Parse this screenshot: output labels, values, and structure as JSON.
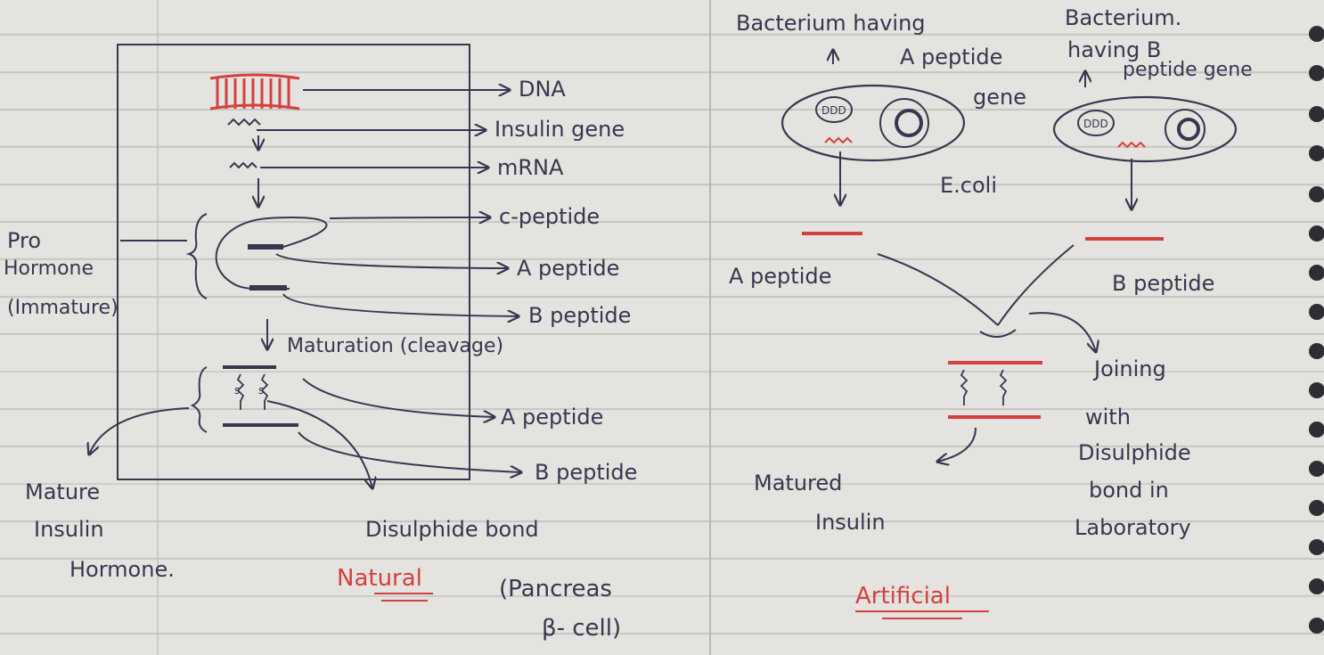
{
  "colors": {
    "ink": "#3b3550",
    "red": "#d4403f",
    "paper": "#e4e3df"
  },
  "natural": {
    "dna": "DNA",
    "insulin_gene": "Insulin gene",
    "mrna": "mRNA",
    "c_peptide": "c-peptide",
    "a_peptide_1": "A peptide",
    "b_peptide_1": "B peptide",
    "pro_hormone_1": "Pro",
    "pro_hormone_2": "Hormone",
    "pro_hormone_3": "(Immature)",
    "maturation": "Maturation (cleavage)",
    "a_peptide_2": "A peptide",
    "b_peptide_2": "B peptide",
    "mature_1": "Mature",
    "mature_2": "Insulin",
    "mature_3": "Hormone.",
    "disulphide": "Disulphide bond",
    "natural_label": "Natural",
    "pancreas": "(Pancreas",
    "beta_cell": "β- cell)"
  },
  "artificial": {
    "bact_a": "Bacterium having",
    "a_pep_gene": "A peptide",
    "gene": "gene",
    "bact_b_1": "Bacterium.",
    "bact_b_2": "having B",
    "bact_b_3": "peptide gene",
    "ecoli": "E.coli",
    "a_peptide": "A peptide",
    "b_peptide": "B peptide",
    "joining_1": "Joining",
    "joining_2": "with",
    "joining_3": "Disulphide",
    "joining_4": "bond in",
    "joining_5": "Laboratory",
    "matured_1": "Matured",
    "matured_2": "Insulin",
    "artificial_label": "Artificial"
  }
}
